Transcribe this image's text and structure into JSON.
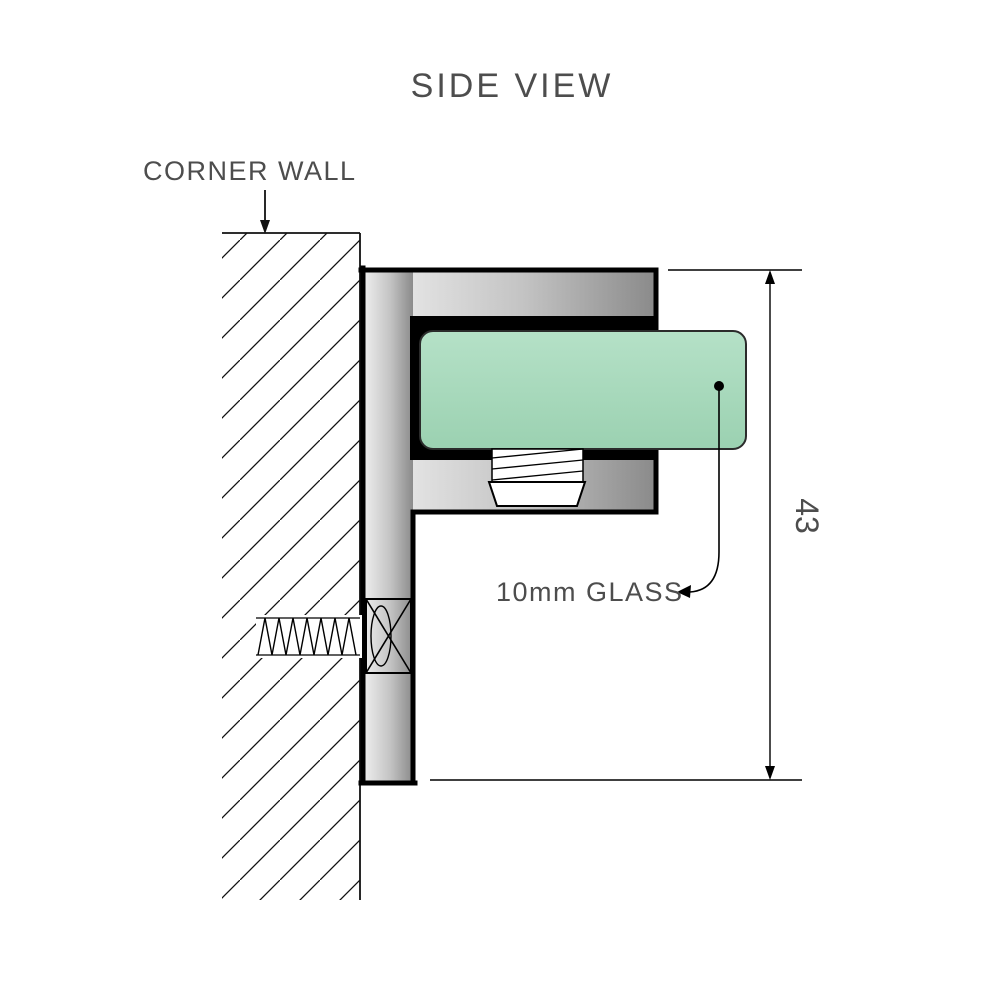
{
  "title": "SIDE VIEW",
  "labels": {
    "corner_wall": "CORNER WALL",
    "glass": "10mm GLASS",
    "dimension": "43"
  },
  "colors": {
    "text": "#4d4d4d",
    "outline": "#000000",
    "glass_light": "#b5e1c7",
    "glass_dark": "#9bd1b1",
    "metal_light": "#f0f0f0",
    "metal_mid": "#c3c3c3",
    "metal_dark": "#8a8a8a"
  }
}
